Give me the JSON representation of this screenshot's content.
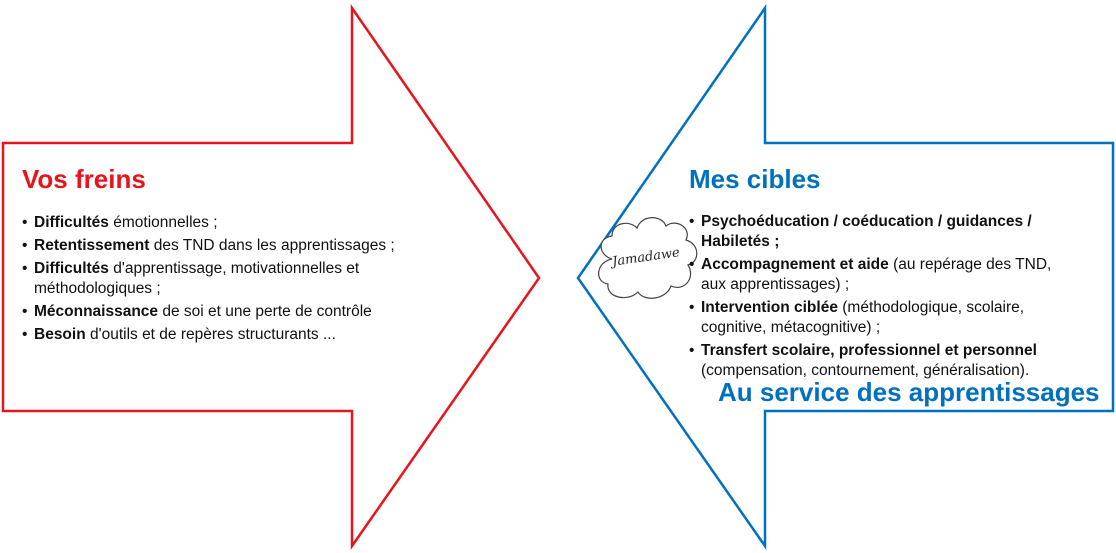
{
  "left": {
    "title": "Vos freins",
    "color": "#e8141b",
    "items": [
      {
        "bold": "Difficultés",
        "rest": " émotionnelles ;"
      },
      {
        "bold": "Retentissement",
        "rest": " des TND dans les apprentissages ;"
      },
      {
        "bold": "Difficultés",
        "rest": " d'apprentissage, motivationnelles et méthodologiques ;"
      },
      {
        "bold": "Méconnaissance",
        "rest": " de soi et une perte de contrôle"
      },
      {
        "bold": "Besoin",
        "rest": " d'outils et de repères structurants ..."
      }
    ]
  },
  "right": {
    "title": "Mes cibles",
    "color": "#0070c0",
    "items": [
      {
        "bold": "Psychoéducation / coéducation / guidances / Habiletés ;",
        "rest": ""
      },
      {
        "bold": "Accompagnement et aide",
        "rest": " (au repérage des TND, aux apprentissages) ;"
      },
      {
        "bold": "Intervention ciblée",
        "rest": " (méthodologique, scolaire, cognitive, métacognitive) ;"
      },
      {
        "bold": "Transfert scolaire, professionnel et personnel",
        "rest": " (compensation, contournement, généralisation)."
      }
    ],
    "footer": "Au service des apprentissages"
  },
  "logo": {
    "text": "Jamadawe",
    "icon": "cloud-logo-icon"
  }
}
